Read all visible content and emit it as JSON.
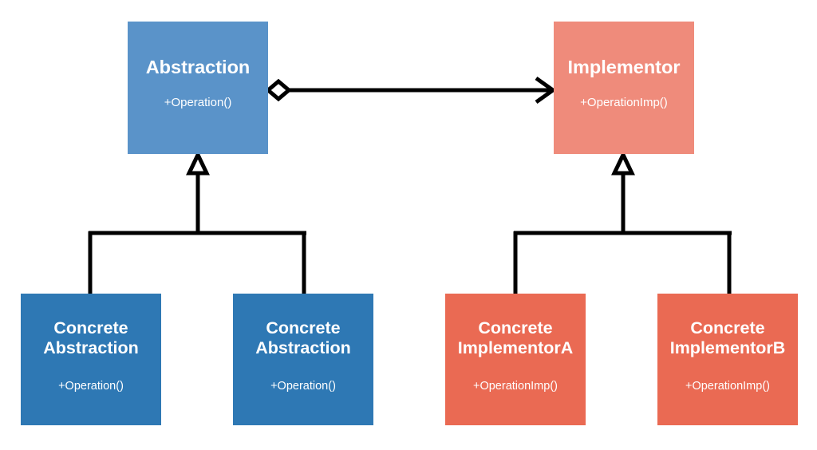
{
  "diagram": {
    "kind": "uml-class-diagram",
    "pattern_name": "Bridge",
    "background_color": "#ffffff",
    "classes": {
      "abstraction": {
        "name": "Abstraction",
        "operations": "+Operation()",
        "fill_color": "#5a93c9"
      },
      "implementor": {
        "name": "Implementor",
        "operations": "+OperationImp()",
        "fill_color": "#ef8b7b"
      },
      "concrete_abstraction_a": {
        "name": "Concrete\nAbstraction",
        "operations": "+Operation()",
        "fill_color": "#2e78b4"
      },
      "concrete_abstraction_b": {
        "name": "Concrete\nAbstraction",
        "operations": "+Operation()",
        "fill_color": "#2e78b4"
      },
      "concrete_implementor_a": {
        "name": "Concrete\nImplementorA",
        "operations": "+OperationImp()",
        "fill_color": "#ea6a53"
      },
      "concrete_implementor_b": {
        "name": "Concrete\nImplementorB",
        "operations": "+OperationImp()",
        "fill_color": "#ea6a53"
      }
    },
    "relationships": [
      {
        "id": "abstraction-uses-implementor",
        "type": "aggregation-association",
        "source": "Abstraction",
        "target": "Implementor",
        "source_decoration": "hollow-diamond",
        "target_decoration": "open-arrow",
        "label": "",
        "line_color": "#000000"
      },
      {
        "id": "concrete-abstraction-a-inherits",
        "type": "generalization",
        "source": "Concrete Abstraction",
        "target": "Abstraction",
        "target_decoration": "hollow-triangle",
        "line_color": "#000000"
      },
      {
        "id": "concrete-abstraction-b-inherits",
        "type": "generalization",
        "source": "Concrete Abstraction",
        "target": "Abstraction",
        "target_decoration": "hollow-triangle",
        "line_color": "#000000"
      },
      {
        "id": "concrete-implementor-a-inherits",
        "type": "generalization",
        "source": "Concrete ImplementorA",
        "target": "Implementor",
        "target_decoration": "hollow-triangle",
        "line_color": "#000000"
      },
      {
        "id": "concrete-implementor-b-inherits",
        "type": "generalization",
        "source": "Concrete ImplementorB",
        "target": "Implementor",
        "target_decoration": "hollow-triangle",
        "line_color": "#000000"
      }
    ]
  }
}
